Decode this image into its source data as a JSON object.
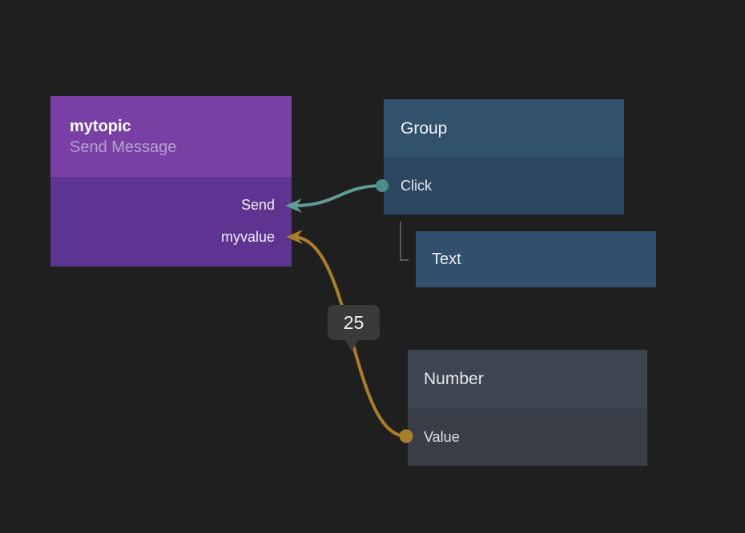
{
  "canvas": {
    "background": "#1f1f1f"
  },
  "nodes": {
    "mytopic": {
      "title": "mytopic",
      "subtitle": "Send Message",
      "header_color": "#7a3fa5",
      "body_color": "#5d3490",
      "inputs": [
        {
          "label": "Send"
        },
        {
          "label": "myvalue"
        }
      ]
    },
    "group": {
      "title": "Group",
      "header_color": "#32516b",
      "body_color": "#2c4762",
      "outputs": [
        {
          "label": "Click"
        }
      ]
    },
    "text": {
      "title": "Text",
      "body_color": "#30506e"
    },
    "number": {
      "title": "Number",
      "header_color": "#3f4451",
      "body_color": "#393d47",
      "outputs": [
        {
          "label": "Value"
        }
      ]
    }
  },
  "tooltip": {
    "value": "25"
  },
  "connections": [
    {
      "from": "Group.Click",
      "to": "mytopic.Send",
      "color": "#5f9c98"
    },
    {
      "from": "Number.Value",
      "to": "mytopic.myvalue",
      "color": "#a97e2b",
      "value_label": "25"
    }
  ],
  "colors": {
    "wire_click": "#5f9c98",
    "port_click": "#4e8c87",
    "wire_value": "#a97e2b",
    "port_value": "#a97e2b",
    "hierarchy_line": "#55595c",
    "tooltip_bg": "#3a3a3a"
  }
}
